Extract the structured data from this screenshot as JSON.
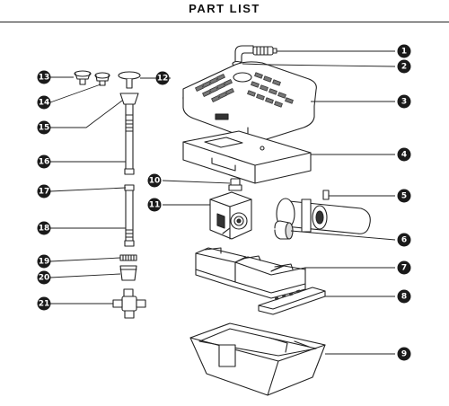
{
  "header": {
    "title": "PART LIST"
  },
  "parts": [
    {
      "number": "1"
    },
    {
      "number": "2"
    },
    {
      "number": "3"
    },
    {
      "number": "4"
    },
    {
      "number": "5"
    },
    {
      "number": "6"
    },
    {
      "number": "7"
    },
    {
      "number": "8"
    },
    {
      "number": "9"
    },
    {
      "number": "10"
    },
    {
      "number": "11"
    },
    {
      "number": "12"
    },
    {
      "number": "13"
    },
    {
      "number": "14"
    },
    {
      "number": "15"
    },
    {
      "number": "16"
    },
    {
      "number": "17"
    },
    {
      "number": "18"
    },
    {
      "number": "19"
    },
    {
      "number": "20"
    },
    {
      "number": "21"
    }
  ],
  "colors": {
    "ink": "#222222",
    "badge": "#1a1a1a",
    "part_fill": "#ffffff",
    "part_shade": "#d9d9d9"
  }
}
